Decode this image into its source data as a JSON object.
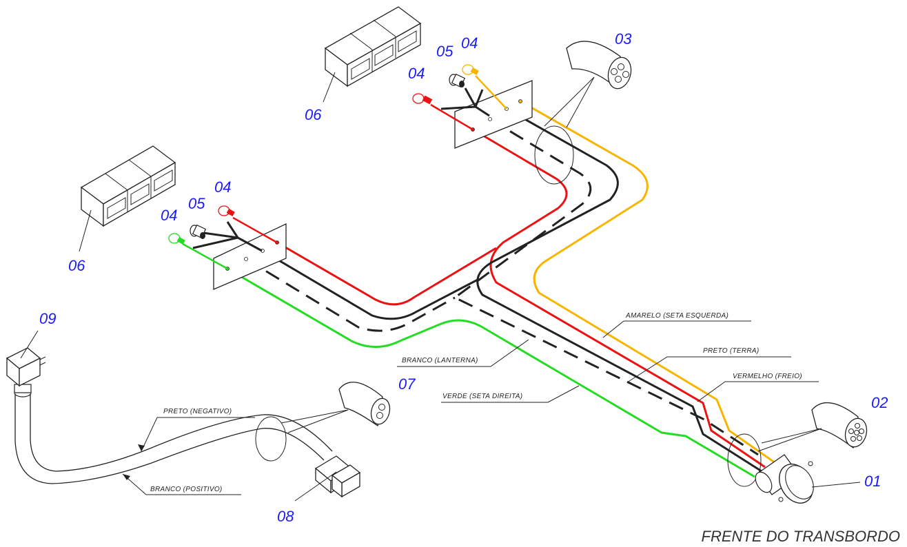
{
  "title": "FRENTE DO TRANSBORDO",
  "colors": {
    "red": "#ee1111",
    "green": "#22dd22",
    "yellow": "#f7b500",
    "black": "#222222",
    "label_blue": "#1a1aff"
  },
  "part_numbers": {
    "p01": "01",
    "p02": "02",
    "p03": "03",
    "p04_a": "04",
    "p04_b": "04",
    "p04_c": "04",
    "p04_d": "04",
    "p05_a": "05",
    "p05_b": "05",
    "p06_a": "06",
    "p06_b": "06",
    "p07": "07",
    "p08": "08",
    "p09": "09"
  },
  "wire_labels": {
    "amarelo": "AMARELO (SETA ESQUERDA)",
    "preto_terra": "PRETO (TERRA)",
    "vermelho": "VERMELHO (FREIO)",
    "branco_lanterna": "BRANCO (LANTERNA)",
    "verde": "VERDE (SETA DIREITA)",
    "preto_negativo": "PRETO (NEGATIVO)",
    "branco_positivo": "BRANCO (POSITIVO)"
  }
}
